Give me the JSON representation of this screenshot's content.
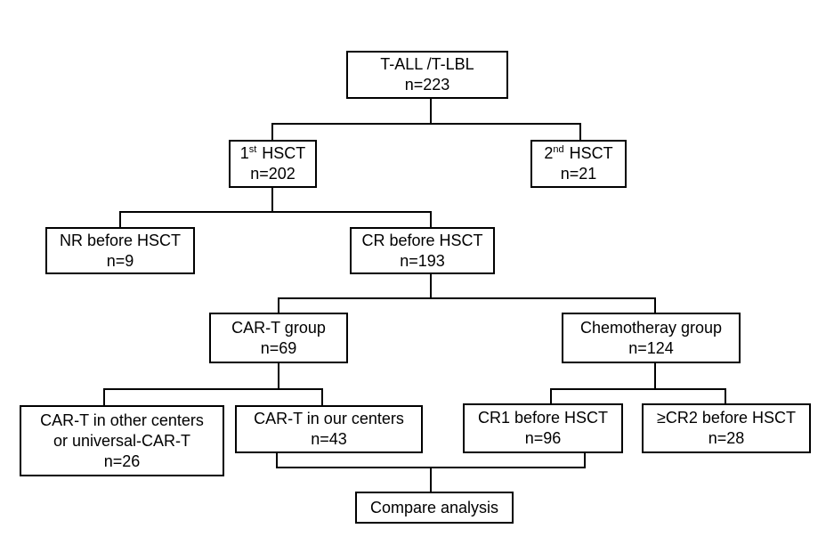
{
  "nodes": {
    "root": {
      "line1": "T-ALL /T-LBL",
      "line2": "n=223"
    },
    "hsct1": {
      "num": "1",
      "sup": "st",
      "label": "HSCT",
      "line2": "n=202"
    },
    "hsct2": {
      "num": "2",
      "sup": "nd",
      "label": "HSCT",
      "line2": "n=21"
    },
    "nr": {
      "line1": "NR before HSCT",
      "line2": "n=9"
    },
    "cr": {
      "line1": "CR before HSCT",
      "line2": "n=193"
    },
    "cart": {
      "line1": "CAR-T group",
      "line2": "n=69"
    },
    "chemo": {
      "line1": "Chemotheray group",
      "line2": "n=124"
    },
    "cartOther": {
      "line1": "CAR-T in other centers",
      "line2": "or universal-CAR-T",
      "line3": "n=26"
    },
    "cartOur": {
      "line1": "CAR-T in our centers",
      "line2": "n=43"
    },
    "cr1": {
      "line1": "CR1 before HSCT",
      "line2": "n=96"
    },
    "cr2": {
      "line1": "≥CR2 before HSCT",
      "line2": "n=28"
    },
    "compare": {
      "line1": "Compare analysis"
    }
  },
  "colors": {
    "line": "#000000",
    "box_border": "#000000",
    "background": "#ffffff"
  }
}
